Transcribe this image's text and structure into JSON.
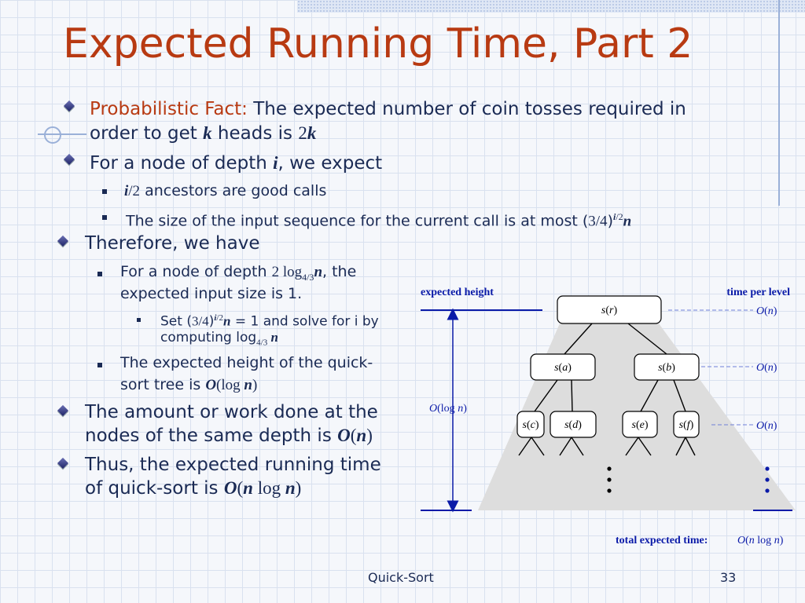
{
  "slide": {
    "title": "Expected Running Time, Part 2",
    "footer_left": "Quick-Sort",
    "page_number": "33"
  },
  "bullets": {
    "b1_label": "Probabilistic Fact:",
    "b1_text_a": " The expected number of coin tosses required in",
    "b1_text_b": "order to get ",
    "b1_k": "k",
    "b1_text_c": " heads is ",
    "b1_2k_num": "2",
    "b1_2k_k": "k",
    "b2_text": "For a node of depth ",
    "b2_i": "i",
    "b2_text_b": ", we expect",
    "b2_s1_i": "i",
    "b2_s1_frac": "/2",
    "b2_s1_text": " ancestors are good calls",
    "b2_s2_text": "The size of the input sequence for the current call is at most (",
    "b2_s2_frac": "3/4",
    "b2_s2_paren": ")",
    "b2_s2_sup": "i",
    "b2_s2_sup2": "/2",
    "b2_s2_n": "n",
    "b3_text": "Therefore, we have",
    "b3_s1_a": "For a node of depth ",
    "b3_s1_math": "2 log",
    "b3_s1_sub": "4/3",
    "b3_s1_n": "n",
    "b3_s1_b": ", the",
    "b3_s1_c": "expected input size is 1.",
    "b3_s1_sub1_a": "Set (",
    "b3_s1_sub1_frac": "3/4",
    "b3_s1_sub1_paren": ")",
    "b3_s1_sub1_sup": "i",
    "b3_s1_sub1_sup2": "/2",
    "b3_s1_sub1_n": "n",
    "b3_s1_sub1_b": " = 1 and solve for i by",
    "b3_s1_sub1_c": "computing log",
    "b3_s1_sub1_sub": "4/3",
    "b3_s1_sub1_n2": " n",
    "b3_s2_a": "The expected height of the quick-",
    "b3_s2_b": "sort tree is ",
    "b3_s2_O": "O",
    "b3_s2_open": "(log ",
    "b3_s2_n": "n",
    "b3_s2_close": ")",
    "b4_a": "The amount or work done at the",
    "b4_b": "nodes of the same depth is ",
    "b4_O": "O",
    "b4_open": "(",
    "b4_n": "n",
    "b4_close": ")",
    "b5_a": "Thus, the expected running time",
    "b5_b": "of quick-sort is ",
    "b5_O": "O",
    "b5_open": "(",
    "b5_n": "n",
    "b5_log": " log ",
    "b5_n2": "n",
    "b5_close": ")"
  },
  "diagram": {
    "expected_height_label": "expected height",
    "time_per_level_label": "time per level",
    "height_O": "O",
    "height_rest": "(log ",
    "height_n": "n",
    "height_close": ")",
    "level_O": "O",
    "level_open": "(",
    "level_n": "n",
    "level_close": ")",
    "total_label": "total expected time:",
    "total_O": "O",
    "total_open": "(",
    "total_n": "n",
    "total_log": " log ",
    "total_n2": "n",
    "total_close": ")",
    "node_s": "s",
    "node_open": "(",
    "node_close": ")",
    "nodes": {
      "r": "r",
      "a": "a",
      "b": "b",
      "c": "c",
      "d": "d",
      "e": "e",
      "f": "f"
    }
  },
  "colors": {
    "title": "#b83a12",
    "text": "#1a2a54",
    "diagram_blue": "#0a1aa8",
    "tree_fill": "#dddddd"
  }
}
